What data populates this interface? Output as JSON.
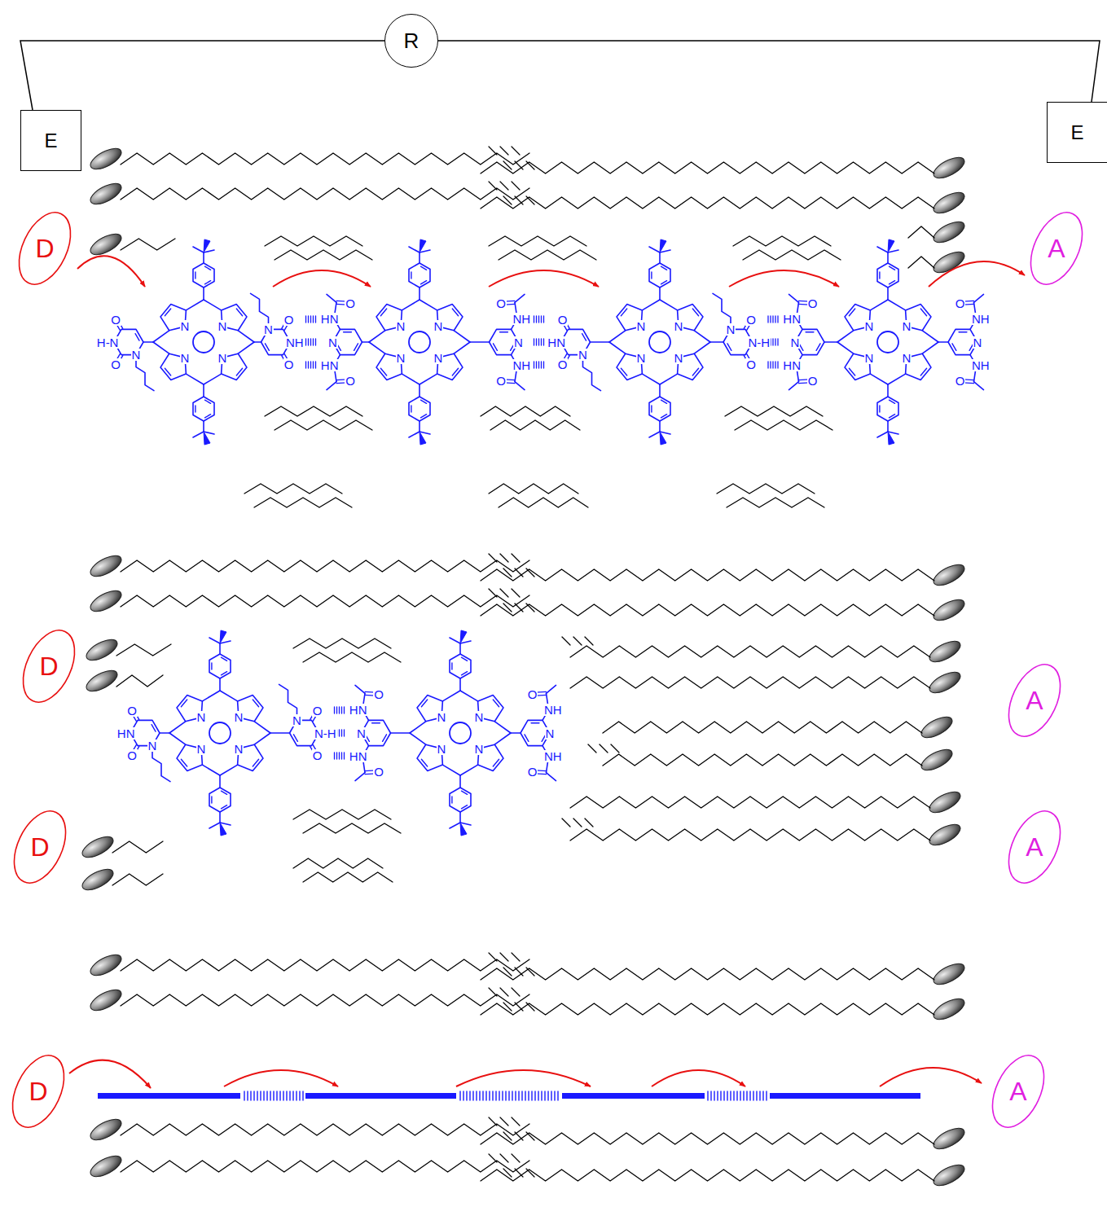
{
  "diagram": {
    "nodes": [
      {
        "text": [
          "R"
        ]
      },
      {
        "text": [
          "E"
        ]
      },
      {
        "text": [
          "E"
        ]
      },
      {
        "text": [
          "D"
        ]
      },
      {
        "text": [
          "A"
        ]
      },
      {
        "text": [
          "D"
        ]
      },
      {
        "text": [
          "A"
        ]
      },
      {
        "text": [
          "D"
        ]
      },
      {
        "text": [
          "A"
        ]
      },
      {
        "text": [
          "D"
        ]
      },
      {
        "text": [
          "A"
        ]
      }
    ],
    "edges": [
      {
        "from": 0,
        "to": 1,
        "arrow": "none"
      },
      {
        "from": 0,
        "to": 2,
        "arrow": "none"
      }
    ],
    "labels": [
      "O",
      "H-N",
      "O",
      "N",
      "N",
      "N",
      "N",
      "N",
      "N",
      "O",
      "NH",
      "O",
      "HN",
      "O",
      "N",
      "HN",
      "O",
      "N",
      "N",
      "N",
      "N",
      "O",
      "NH",
      "N",
      "NH",
      "O",
      "O",
      "HN",
      "O",
      "N",
      "N",
      "N",
      "N",
      "N",
      "N",
      "O",
      "N-H",
      "O",
      "HN",
      "O",
      "N",
      "HN",
      "O",
      "N",
      "N",
      "N",
      "N",
      "O",
      "NH",
      "N",
      "NH",
      "O",
      "O",
      "HN",
      "O",
      "N",
      "N",
      "N",
      "N",
      "N",
      "N",
      "O",
      "N-H",
      "O",
      "HN",
      "O",
      "N",
      "HN",
      "O",
      "N",
      "N",
      "N",
      "N",
      "O",
      "NH",
      "N",
      "NH",
      "O"
    ]
  }
}
